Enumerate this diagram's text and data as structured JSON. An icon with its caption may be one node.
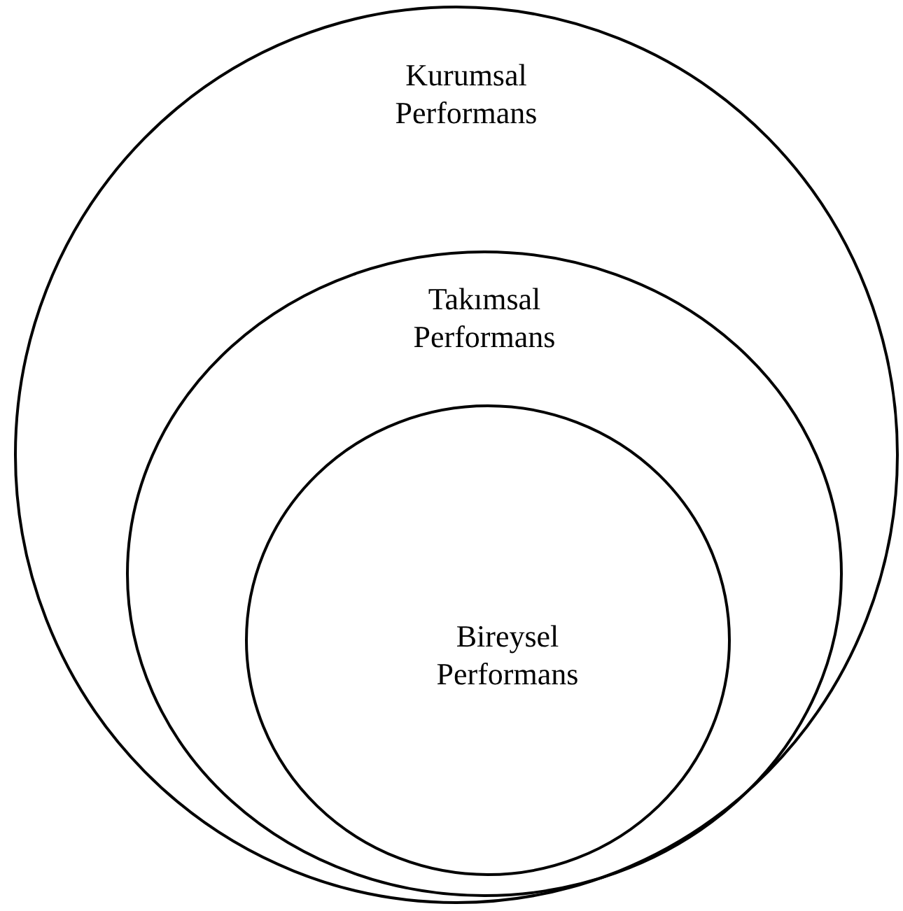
{
  "diagram": {
    "nodes": [
      {
        "text": [
          "Kurumsal Performans"
        ]
      },
      {
        "text": [
          "Takımsal Performans"
        ],
        "in": 0
      },
      {
        "text": [
          "Bireysel Performans"
        ],
        "in": 1
      }
    ]
  }
}
